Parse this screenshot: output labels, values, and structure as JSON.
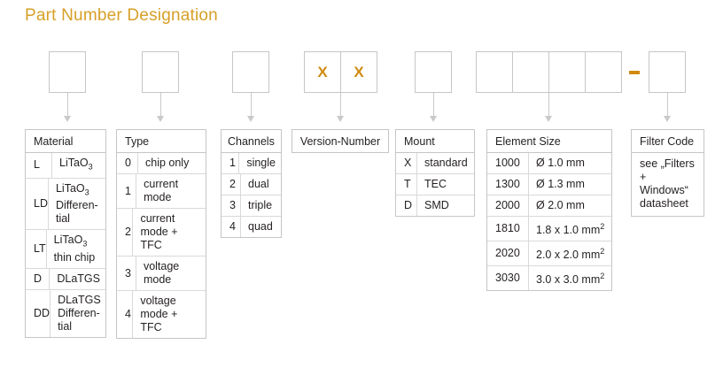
{
  "page": {
    "title": "Part Number Designation",
    "title_color": "#D6A028",
    "accent_color": "#D08A10",
    "border_color": "#c6c6c6"
  },
  "code_boxes": {
    "version_mark": "X",
    "separator_dash": "-",
    "groups": [
      {
        "name": "material",
        "cells": 1,
        "text": ""
      },
      {
        "name": "type",
        "cells": 1,
        "text": ""
      },
      {
        "name": "channels",
        "cells": 1,
        "text": ""
      },
      {
        "name": "version-number",
        "cells": 2,
        "text": "X"
      },
      {
        "name": "mount",
        "cells": 1,
        "text": ""
      },
      {
        "name": "element-size",
        "cells": 4,
        "text": ""
      },
      {
        "name": "filter-code",
        "cells": 1,
        "text": ""
      }
    ]
  },
  "tables": {
    "material": {
      "header": "Material",
      "rows": [
        {
          "code": "L",
          "desc_html": "LiTaO<sub>3</sub>"
        },
        {
          "code": "LD",
          "desc_html": "LiTaO<sub>3</sub> Differen-tial"
        },
        {
          "code": "LT",
          "desc_html": "LiTaO<sub>3</sub> thin chip"
        },
        {
          "code": "D",
          "desc_html": "DLaTGS"
        },
        {
          "code": "DD",
          "desc_html": "DLaTGS Differen-tial"
        }
      ]
    },
    "type": {
      "header": "Type",
      "rows": [
        {
          "code": "0",
          "desc": "chip only"
        },
        {
          "code": "1",
          "desc": "current mode"
        },
        {
          "code": "2",
          "desc": "current mode + TFC"
        },
        {
          "code": "3",
          "desc": "voltage mode"
        },
        {
          "code": "4",
          "desc": "voltage mode + TFC"
        }
      ]
    },
    "channels": {
      "header": "Channels",
      "rows": [
        {
          "code": "1",
          "desc": "single"
        },
        {
          "code": "2",
          "desc": "dual"
        },
        {
          "code": "3",
          "desc": "triple"
        },
        {
          "code": "4",
          "desc": "quad"
        }
      ]
    },
    "version_number": {
      "header": "Version-Number",
      "rows": []
    },
    "mount": {
      "header": "Mount",
      "rows": [
        {
          "code": "X",
          "desc": "standard"
        },
        {
          "code": "T",
          "desc": "TEC"
        },
        {
          "code": "D",
          "desc": "SMD"
        }
      ]
    },
    "element_size": {
      "header": "Element Size",
      "rows": [
        {
          "code": "1000",
          "desc_html": "Ø 1.0 mm"
        },
        {
          "code": "1300",
          "desc_html": "Ø 1.3 mm"
        },
        {
          "code": "2000",
          "desc_html": "Ø 2.0 mm"
        },
        {
          "code": "1810",
          "desc_html": "1.8 x 1.0 mm<sup>2</sup>"
        },
        {
          "code": "2020",
          "desc_html": "2.0 x 2.0 mm<sup>2</sup>"
        },
        {
          "code": "3030",
          "desc_html": "3.0 x 3.0 mm<sup>2</sup>"
        }
      ]
    },
    "filter_code": {
      "header": "Filter Code",
      "note": "see „Filters + Windows“ datasheet"
    }
  }
}
